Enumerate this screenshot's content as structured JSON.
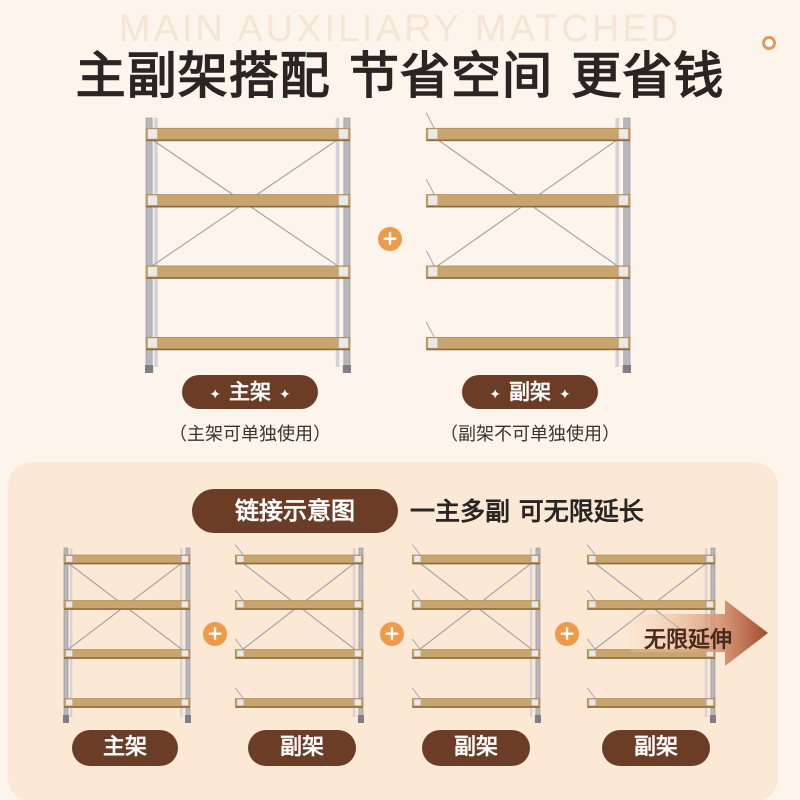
{
  "header": {
    "watermark": "MAIN AUXILIARY MATCHED",
    "headline": "主副架搭配 节省空间 更省钱"
  },
  "products": {
    "main": {
      "label": "主架",
      "note": "（主架可单独使用）"
    },
    "aux": {
      "label": "副架",
      "note": "（副架不可单独使用）"
    }
  },
  "diagram": {
    "title": "链接示意图",
    "caption": "一主多副 可无限延长",
    "units": [
      {
        "label": "主架"
      },
      {
        "label": "副架"
      },
      {
        "label": "副架"
      },
      {
        "label": "副架"
      }
    ],
    "arrow_label": "无限延伸"
  },
  "colors": {
    "accent": "#ee9a4b",
    "brown": "#6b3d26",
    "wood": "#c8a56e",
    "steel": "#b8b8bc",
    "background": "#fdf5ec"
  },
  "icons": {
    "plus": "plus-icon",
    "sparkle": "sparkle-icon",
    "arrow": "arrow-right-icon"
  }
}
